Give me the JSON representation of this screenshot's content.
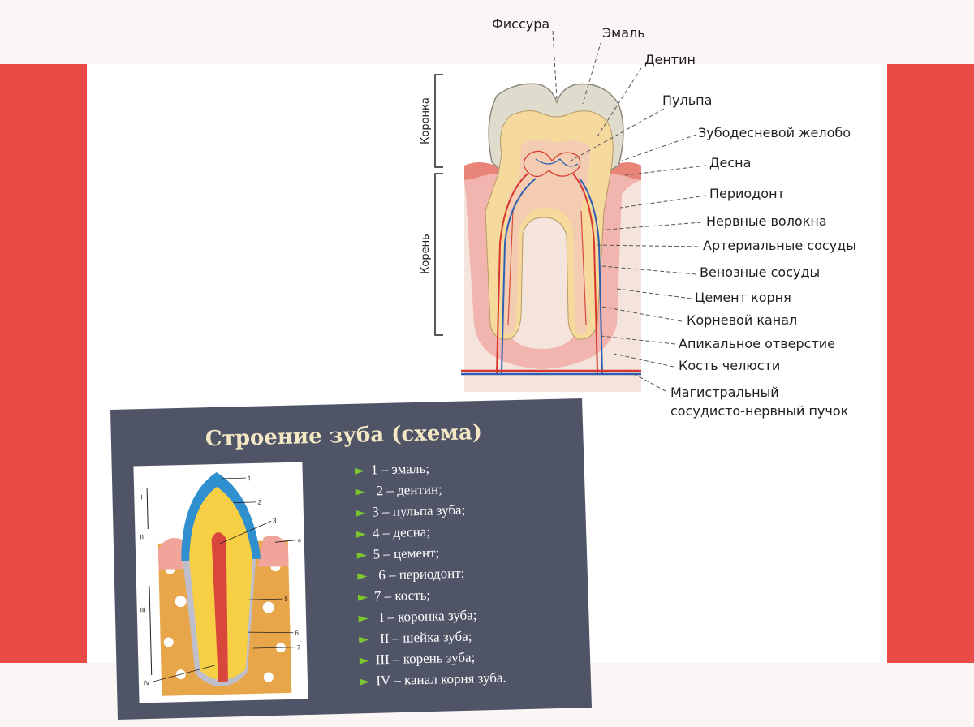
{
  "diagram": {
    "labels": {
      "fissure": "Фиссура",
      "enamel": "Эмаль",
      "dentin": "Дентин",
      "pulp": "Пульпа",
      "gingival_groove": "Зубодесневой желобо",
      "gum": "Десна",
      "periodontium": "Периодонт",
      "nerve_fibers": "Нервные волокна",
      "arterial_vessels": "Артериальные сосуды",
      "venous_vessels": "Венозные сосуды",
      "root_cement": "Цемент корня",
      "root_canal": "Корневой канал",
      "apical_foramen": "Апикальное отверстие",
      "jaw_bone": "Кость челюсти",
      "bundle_line1": "Магистральный",
      "bundle_line2": "сосудисто-нервный пучок"
    },
    "brackets": {
      "crown": "Коронка",
      "root": "Корень"
    }
  },
  "slide": {
    "title": "Строение зуба (схема)",
    "items": [
      "1 – эмаль;",
      "2 – дентин;",
      "3 – пульпа зуба;",
      "4 – десна;",
      "5 – цемент;",
      "6 – периодонт;",
      "7 – кость;",
      "I – коронка зуба;",
      "II – шейка зуба;",
      "III – корень зуба;",
      "IV – канал корня зуба."
    ],
    "figure_numbers": [
      "1",
      "2",
      "3",
      "4",
      "5",
      "6",
      "7"
    ],
    "figure_romans": [
      "I",
      "II",
      "III",
      "IV"
    ]
  },
  "colors": {
    "band": "#e94b47",
    "slide_bg": "#4f5467",
    "bullet": "#7cc72e",
    "title": "#f3e7c4"
  }
}
